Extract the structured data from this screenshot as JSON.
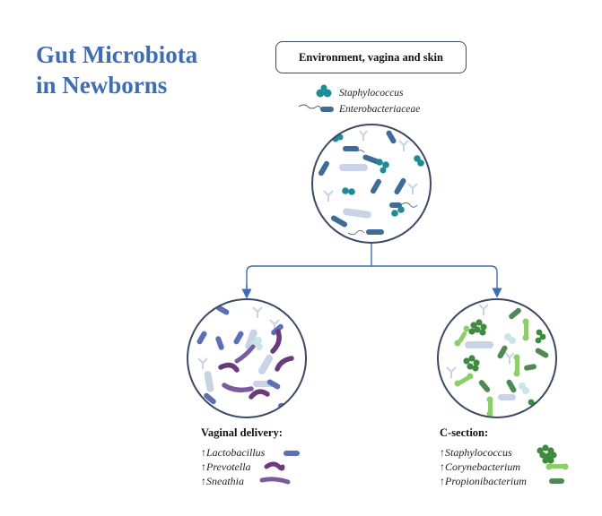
{
  "title": {
    "line1": "Gut Microbiota",
    "line2": "in Newborns"
  },
  "source_box": {
    "label": "Environment, vagina and skin"
  },
  "source_legend": [
    {
      "arrow": "",
      "name": "Staphylococcus",
      "icon": "cocci-cluster-icon",
      "color": "#1e8c96"
    },
    {
      "arrow": "",
      "name": "Enterobacteriaceae",
      "icon": "flagellated-rod-icon",
      "color": "#3f6b96"
    }
  ],
  "vaginal": {
    "heading": "Vaginal delivery:",
    "items": [
      {
        "arrow": "↑",
        "name": "Lactobacillus",
        "icon": "short-rod-icon",
        "color": "#5c6fb5"
      },
      {
        "arrow": "↑",
        "name": "Prevotella",
        "icon": "curved-rod-icon",
        "color": "#6a3a7a"
      },
      {
        "arrow": "↑",
        "name": "Sneathia",
        "icon": "long-rod-icon",
        "color": "#7b5aa0"
      }
    ]
  },
  "csection": {
    "heading": "C-section:",
    "items": [
      {
        "arrow": "↑",
        "name": "Staphylococcus",
        "icon": "cocci-cluster-icon",
        "color": "#3e8a3e"
      },
      {
        "arrow": "↑",
        "name": "Corynebacterium",
        "icon": "club-rod-icon",
        "color": "#8ccf6a"
      },
      {
        "arrow": "↑",
        "name": "Propionibacterium",
        "icon": "short-rod-icon",
        "color": "#4f8a54"
      }
    ]
  },
  "colors": {
    "title": "#3f6db3",
    "connector": "#3f6db3",
    "circle_border": "#3b4a64",
    "background_microbes": "#c9d3e6"
  }
}
